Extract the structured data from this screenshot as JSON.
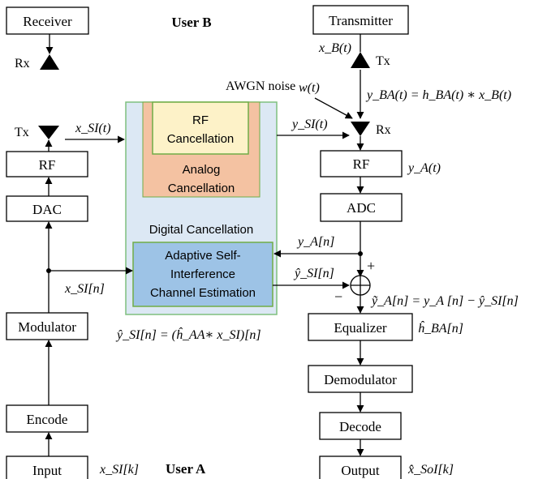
{
  "users": {
    "user_b": "User B",
    "user_a": "User A"
  },
  "blocks": {
    "receiver": "Receiver",
    "transmitter": "Transmitter",
    "rf_left": "RF",
    "dac": "DAC",
    "modulator": "Modulator",
    "encode": "Encode",
    "input": "Input",
    "rf_right": "RF",
    "adc": "ADC",
    "equalizer": "Equalizer",
    "demodulator": "Demodulator",
    "decode": "Decode",
    "output": "Output"
  },
  "cancellation": {
    "rf": [
      "RF",
      "Cancellation"
    ],
    "analog": [
      "Analog",
      "Cancellation"
    ],
    "digital": "Digital Cancellation",
    "adaptive": [
      "Adaptive Self-",
      "Interference",
      "Channel Estimation"
    ]
  },
  "antennas": {
    "rx_top": "Rx",
    "tx_top": "Tx",
    "tx_left": "Tx",
    "rx_right": "Rx"
  },
  "labels": {
    "awgn": "AWGN noise",
    "w": "w(t)",
    "xB": "x_B(t)",
    "yBA_eq": "y_BA(t) = h_BA(t) ∗ x_B(t)",
    "xSI_t": "x_SI(t)",
    "ySI_t": "y_SI(t)",
    "yA_t": "y_A(t)",
    "yA_n": "y_A[n]",
    "yhatSI_n": "ŷ_SI[n]",
    "xSI_n": "x_SI[n]",
    "ytilde_eq": "ỹ_A[n] = y_A [n] − ŷ_SI[n]",
    "yhatSI_eq": "ŷ_SI[n] = (ĥ_AA∗ x_SI)[n]",
    "hBA": "ĥ_BA[n]",
    "xSI_k": "x_SI[k]",
    "xSoI_k": "x̂_SoI[k]",
    "plus": "+",
    "minus": "−"
  },
  "colors": {
    "digital_fill": "#dce8f4",
    "digital_border": "#7fbf7f",
    "analog_fill": "#f4c2a2",
    "rf_fill": "#fdf2c8",
    "adaptive_fill": "#9dc3e6",
    "inner_border": "#70ad47"
  }
}
